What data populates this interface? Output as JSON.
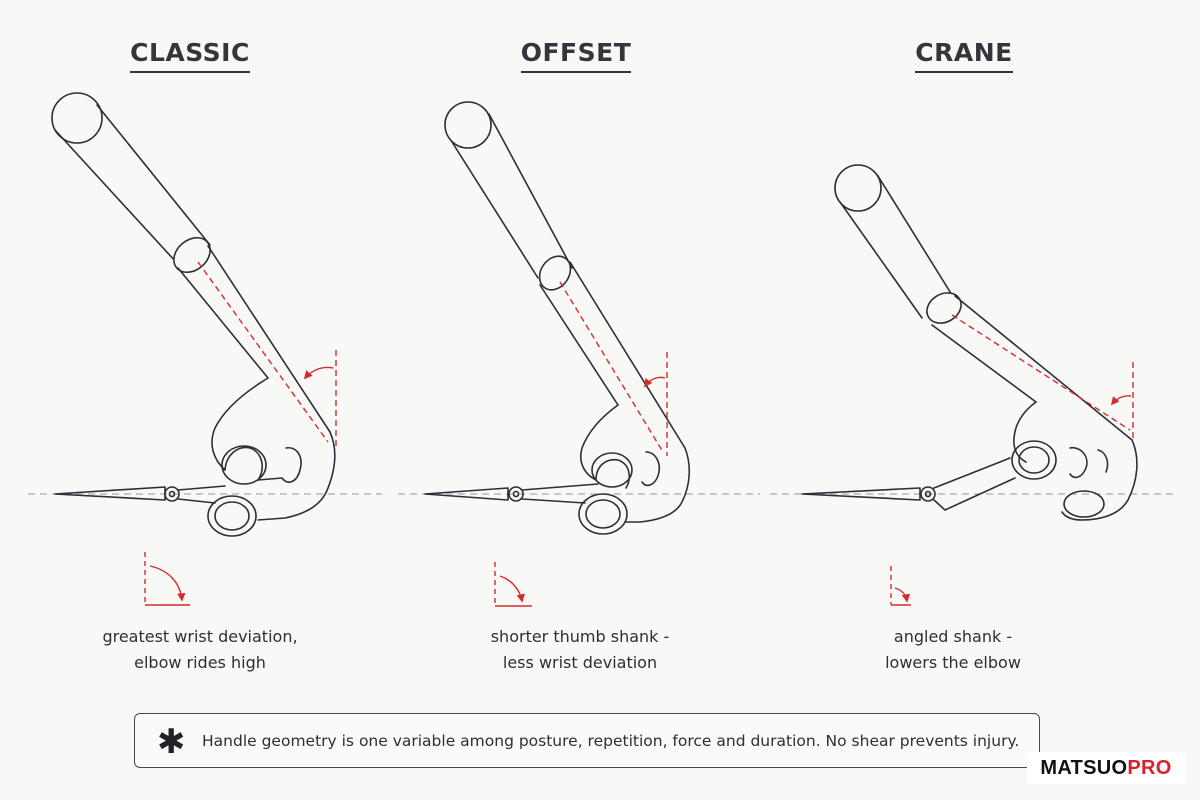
{
  "variants": [
    {
      "title": "CLASSIC",
      "caption_lines": [
        "greatest wrist deviation,",
        "elbow rides high"
      ]
    },
    {
      "title": "OFFSET",
      "caption_lines": [
        "shorter thumb shank -",
        "less wrist deviation"
      ]
    },
    {
      "title": "CRANE",
      "caption_lines": [
        "angled shank -",
        "lowers the elbow"
      ]
    }
  ],
  "note": {
    "icon": "asterisk-icon",
    "text": "Handle geometry is one variable among posture, repetition, force and duration. No shear prevents injury."
  },
  "logo": {
    "part1": "MATSUO",
    "part2": "PRO"
  },
  "colors": {
    "line": "#2c2f35",
    "accent": "#d62b2b",
    "guide": "#a7abb2",
    "background": "#f8f8f7"
  }
}
